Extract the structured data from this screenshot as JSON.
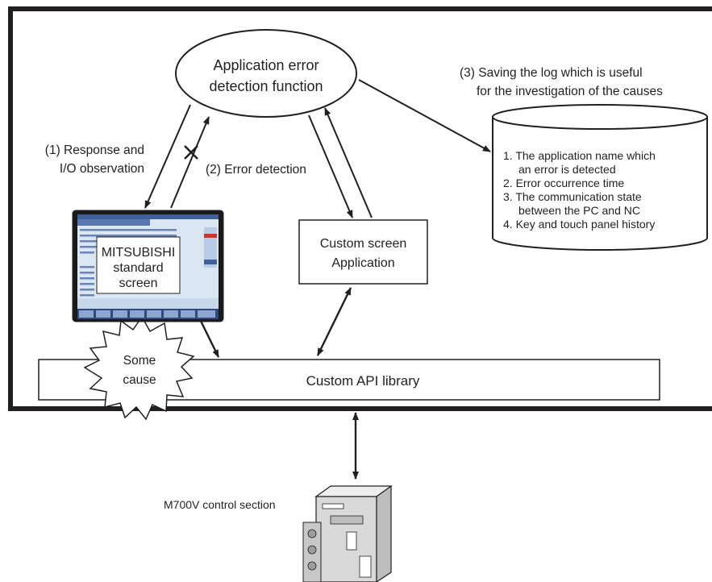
{
  "ellipse": {
    "line1": "Application error",
    "line2": "detection function"
  },
  "labels": {
    "response_line1": "(1) Response and",
    "response_line2": "I/O observation",
    "error_detection": "(2) Error detection",
    "saving_line1": "(3) Saving the log which is useful",
    "saving_line2": "for the investigation of the causes",
    "control_section": "M700V control section"
  },
  "log_items": [
    "1. The application name which",
    "an error is detected",
    "2. Error occurrence time",
    "3. The communication state",
    "between the PC and NC",
    "4. Key and touch panel history"
  ],
  "mitsubishi_screen": {
    "line1": "MITSUBISHI",
    "line2": "standard",
    "line3": "screen"
  },
  "custom_app": {
    "line1": "Custom screen",
    "line2": "Application"
  },
  "some_cause": {
    "line1": "Some",
    "line2": "cause"
  },
  "api_library": {
    "label": "Custom API library"
  },
  "icons": {
    "error_cross": "cross-mark-icon",
    "database": "database-cylinder-icon",
    "burst": "starburst-icon",
    "control_unit": "control-unit-hardware-icon"
  },
  "colors": {
    "screen_frame": "#1a1a1a",
    "screen_header": "#3f5f9a",
    "screen_body": "#dbe6f3",
    "screen_softkeys": "#2f4a80"
  }
}
